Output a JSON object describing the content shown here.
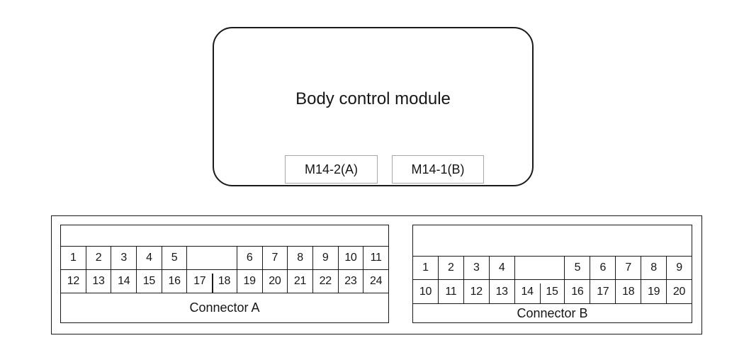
{
  "module": {
    "title": "Body control module",
    "connector_tags": [
      "M14-2(A)",
      "M14-1(B)"
    ]
  },
  "connector_a": {
    "label": "Connector A",
    "top_row": [
      "1",
      "2",
      "3",
      "4",
      "5",
      "",
      "6",
      "7",
      "8",
      "9",
      "10",
      "11"
    ],
    "bottom_row": [
      "12",
      "13",
      "14",
      "15",
      "16",
      "17",
      "18",
      "19",
      "20",
      "21",
      "22",
      "23",
      "24"
    ]
  },
  "connector_b": {
    "label": "Connector B",
    "top_row": [
      "1",
      "2",
      "3",
      "4",
      "",
      "5",
      "6",
      "7",
      "8",
      "9"
    ],
    "bottom_row": [
      "10",
      "11",
      "12",
      "13",
      "14",
      "15",
      "16",
      "17",
      "18",
      "19",
      "20"
    ]
  },
  "colors": {
    "line": "#1a1a1a",
    "tag_border": "#a8a8a8",
    "background": "#ffffff"
  }
}
